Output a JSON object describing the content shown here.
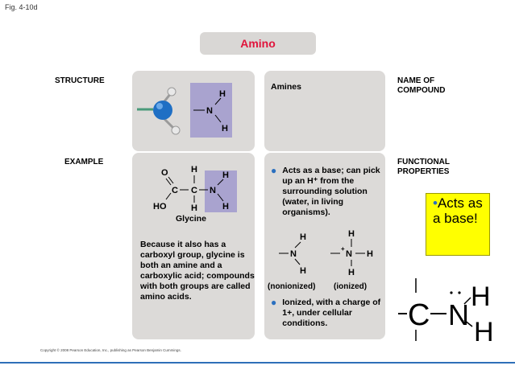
{
  "figure_label": "Fig. 4-10d",
  "title": "Amino",
  "labels": {
    "structure": "STRUCTURE",
    "example": "EXAMPLE",
    "name_of_compound": "NAME OF\nCOMPOUND",
    "functional_properties": "FUNCTIONAL\nPROPERTIES"
  },
  "compound_name": "Amines",
  "example_name": "Glycine",
  "example_description": "Because it also has a carboxyl group, glycine is both an amine and a carboxylic acid; compounds with both groups are called amino acids.",
  "bullets": [
    "Acts as a base; can pick up an H⁺ from the surrounding solution (water, in living organisms).",
    "Ionized, with a charge of 1+, under cellular conditions."
  ],
  "state_labels": {
    "nonionized": "(nonionized)",
    "ionized": "(ionized)"
  },
  "atoms": {
    "hydrogen": "H",
    "nitrogen": "N",
    "carbon": "C",
    "oxygen": "O",
    "hydroxyl": "HO",
    "plus": "+"
  },
  "callout": {
    "bullet": "•",
    "text": "Acts as a base!"
  },
  "copyright": "Copyright © 2008 Pearson Education, Inc., publishing as Pearson Benjamin Cummings.",
  "colors": {
    "title_text": "#e0143c",
    "panel_bg": "#dcdad8",
    "highlight_box": "#a9a3cf",
    "bullet": "#2a6fbf",
    "callout_bg": "#ffff00",
    "nitrogen_atom": "#1f6fc4",
    "hydrogen_atom": "#e8e8e8",
    "bottom_rule": "#2e6fb8"
  }
}
